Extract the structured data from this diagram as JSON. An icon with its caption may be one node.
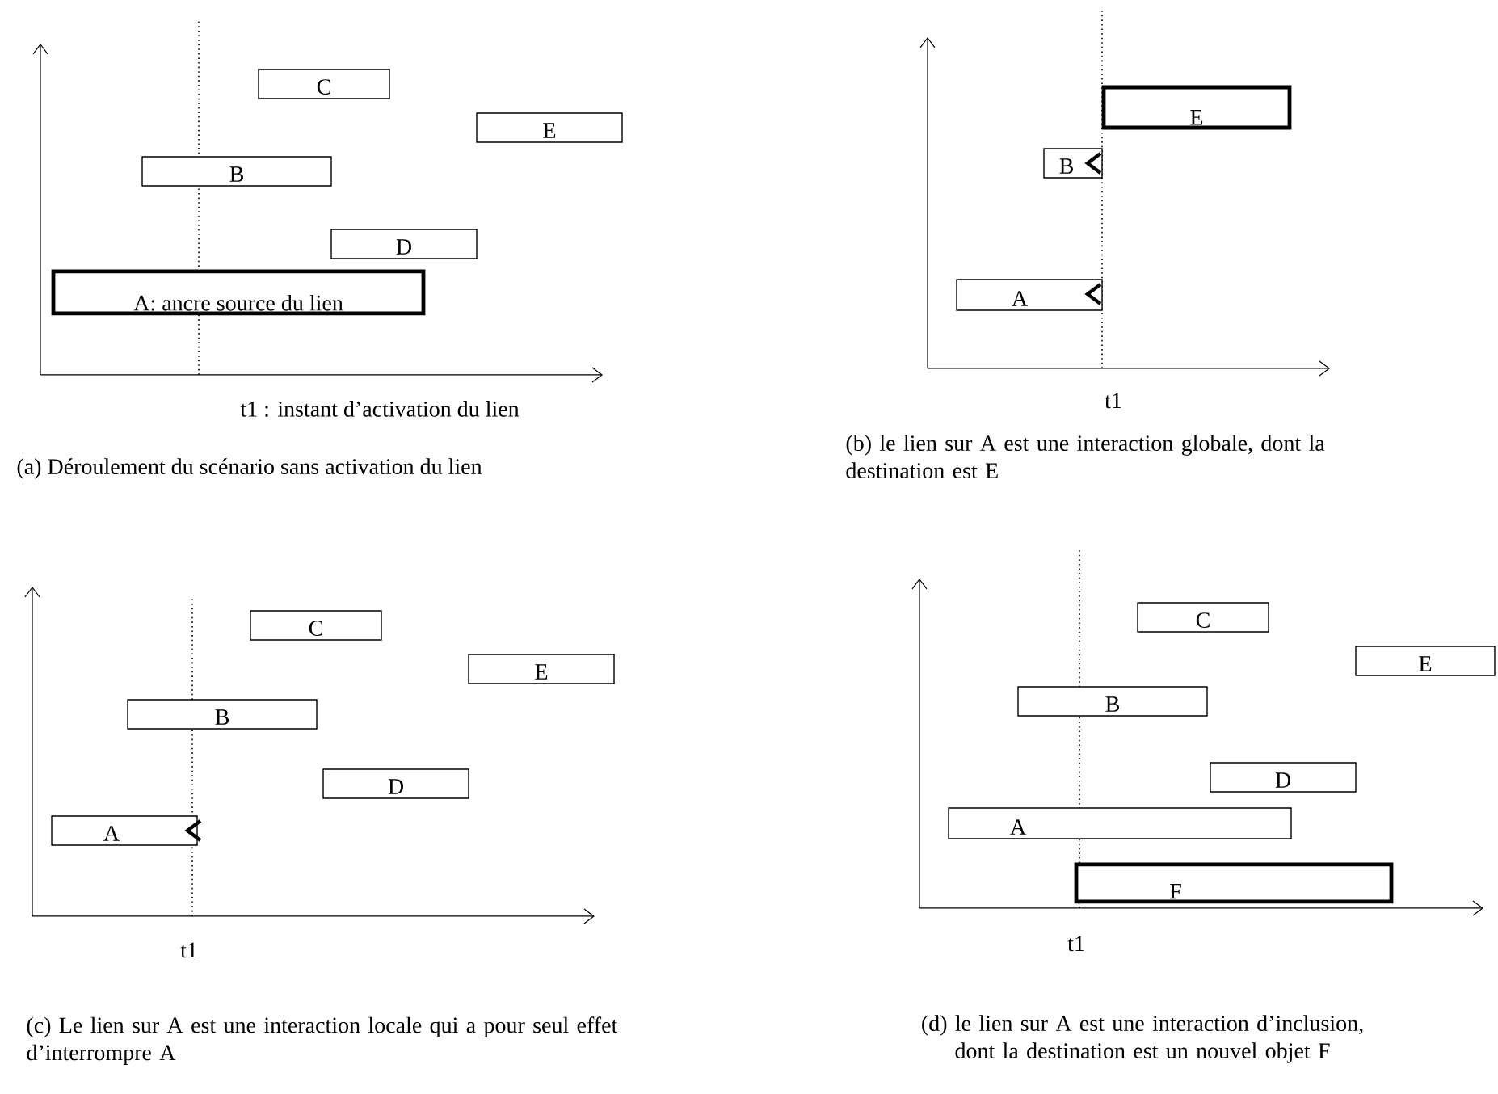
{
  "diagram": {
    "nodes": [
      {
        "text": [
          "C"
        ]
      },
      {
        "text": [
          "E"
        ]
      },
      {
        "text": [
          "B"
        ]
      },
      {
        "text": [
          "D"
        ]
      },
      {
        "text": [
          "A: ancre source du lien"
        ]
      },
      {
        "text": [
          "E"
        ]
      },
      {
        "text": [
          "B"
        ]
      },
      {
        "text": [
          "A"
        ]
      },
      {
        "text": [
          "C"
        ]
      },
      {
        "text": [
          "E"
        ]
      },
      {
        "text": [
          "B"
        ]
      },
      {
        "text": [
          "D"
        ]
      },
      {
        "text": [
          "A"
        ]
      },
      {
        "text": [
          "C"
        ]
      },
      {
        "text": [
          "E"
        ]
      },
      {
        "text": [
          "B"
        ]
      },
      {
        "text": [
          "D"
        ]
      },
      {
        "text": [
          "A"
        ]
      },
      {
        "text": [
          "F"
        ]
      }
    ],
    "labels": [
      "t1 : instant d’activation du lien",
      "(a) Déroulement du scénario sans activation du lien",
      "t1",
      "(b) le lien sur A est une interaction globale, dont la destination est E",
      "t1",
      "(c) Le lien sur A est une interaction locale qui a pour seul effet d’interrompre A",
      "t1",
      "(d) le lien sur A est une interaction d’inclusion, dont la destination est un nouvel objet F"
    ]
  }
}
